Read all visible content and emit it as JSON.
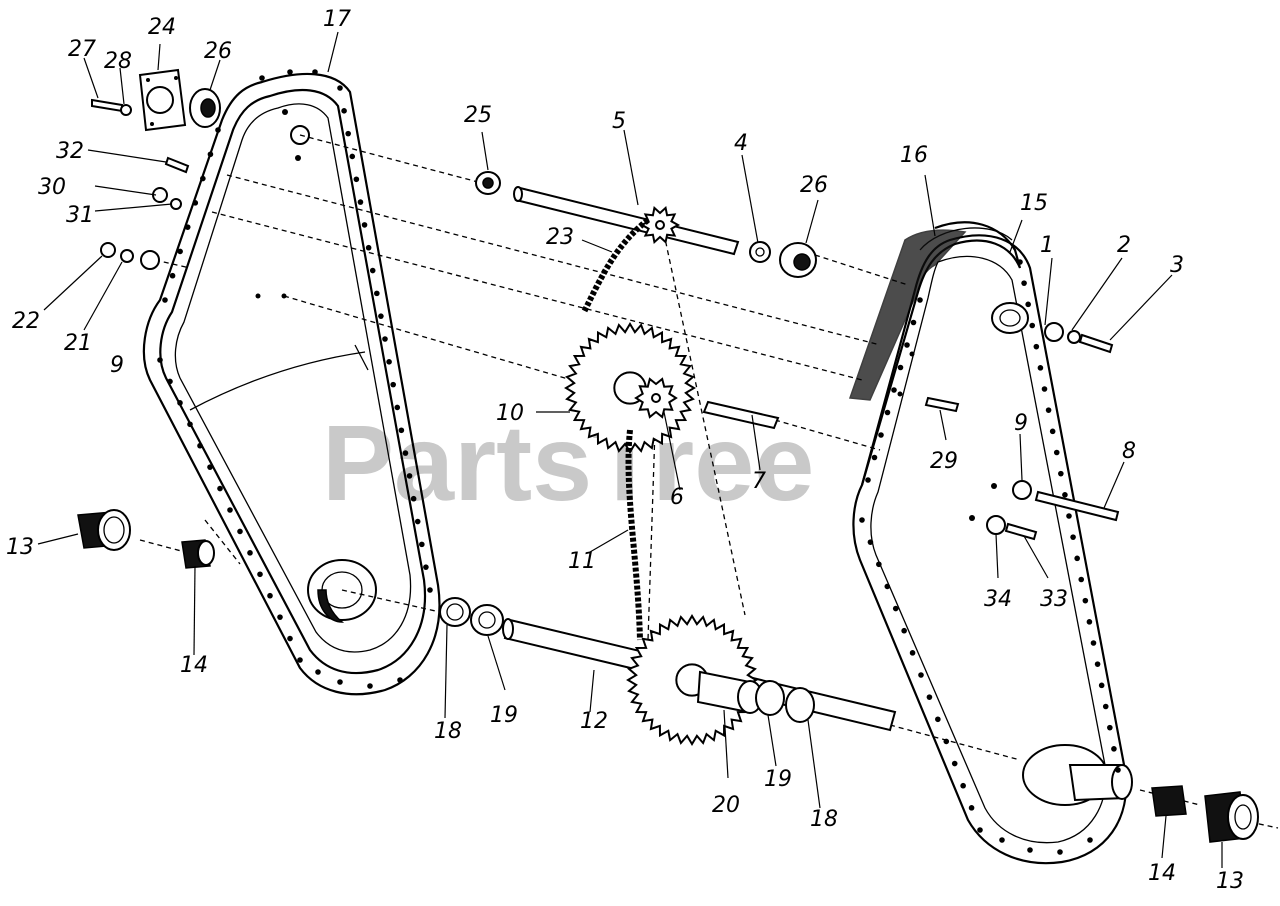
{
  "watermark": "PartsTree",
  "callouts": [
    {
      "id": "c1",
      "text": "1"
    },
    {
      "id": "c2",
      "text": "2"
    },
    {
      "id": "c3",
      "text": "3"
    },
    {
      "id": "c4",
      "text": "4"
    },
    {
      "id": "c5",
      "text": "5"
    },
    {
      "id": "c6",
      "text": "6"
    },
    {
      "id": "c7",
      "text": "7"
    },
    {
      "id": "c8",
      "text": "8"
    },
    {
      "id": "c9a",
      "text": "9"
    },
    {
      "id": "c9b",
      "text": "9"
    },
    {
      "id": "c10",
      "text": "10"
    },
    {
      "id": "c11",
      "text": "11"
    },
    {
      "id": "c12",
      "text": "12"
    },
    {
      "id": "c13a",
      "text": "13"
    },
    {
      "id": "c13b",
      "text": "13"
    },
    {
      "id": "c14a",
      "text": "14"
    },
    {
      "id": "c14b",
      "text": "14"
    },
    {
      "id": "c15",
      "text": "15"
    },
    {
      "id": "c16",
      "text": "16"
    },
    {
      "id": "c17",
      "text": "17"
    },
    {
      "id": "c18a",
      "text": "18"
    },
    {
      "id": "c18b",
      "text": "18"
    },
    {
      "id": "c19a",
      "text": "19"
    },
    {
      "id": "c19b",
      "text": "19"
    },
    {
      "id": "c20",
      "text": "20"
    },
    {
      "id": "c21",
      "text": "21"
    },
    {
      "id": "c22",
      "text": "22"
    },
    {
      "id": "c23",
      "text": "23"
    },
    {
      "id": "c24",
      "text": "24"
    },
    {
      "id": "c25",
      "text": "25"
    },
    {
      "id": "c26a",
      "text": "26"
    },
    {
      "id": "c26b",
      "text": "26"
    },
    {
      "id": "c27",
      "text": "27"
    },
    {
      "id": "c28",
      "text": "28"
    },
    {
      "id": "c29",
      "text": "29"
    },
    {
      "id": "c30",
      "text": "30"
    },
    {
      "id": "c31",
      "text": "31"
    },
    {
      "id": "c32",
      "text": "32"
    },
    {
      "id": "c33",
      "text": "33"
    },
    {
      "id": "c34",
      "text": "34"
    }
  ]
}
